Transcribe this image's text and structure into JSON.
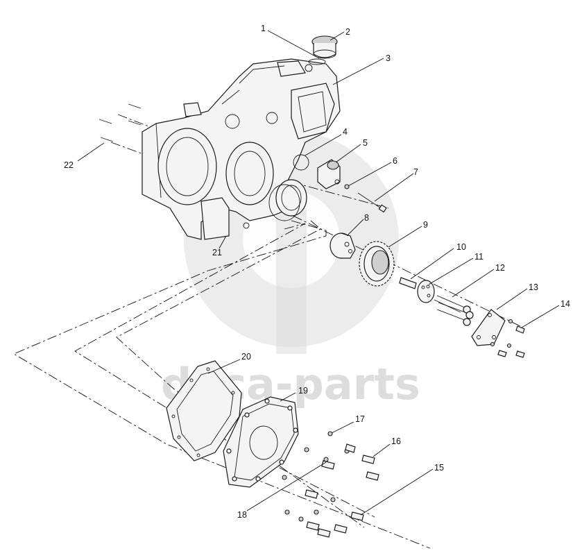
{
  "watermark": {
    "text": "daca-parts",
    "color": "#d2d2d2"
  },
  "callouts": [
    {
      "id": 1,
      "label": "1"
    },
    {
      "id": 2,
      "label": "2"
    },
    {
      "id": 3,
      "label": "3"
    },
    {
      "id": 4,
      "label": "4"
    },
    {
      "id": 5,
      "label": "5"
    },
    {
      "id": 6,
      "label": "6"
    },
    {
      "id": 7,
      "label": "7"
    },
    {
      "id": 8,
      "label": "8"
    },
    {
      "id": 9,
      "label": "9"
    },
    {
      "id": 10,
      "label": "10"
    },
    {
      "id": 11,
      "label": "11"
    },
    {
      "id": 12,
      "label": "12"
    },
    {
      "id": 13,
      "label": "13"
    },
    {
      "id": 14,
      "label": "14"
    },
    {
      "id": 15,
      "label": "15"
    },
    {
      "id": 16,
      "label": "16"
    },
    {
      "id": 17,
      "label": "17"
    },
    {
      "id": 18,
      "label": "18"
    },
    {
      "id": 19,
      "label": "19"
    },
    {
      "id": 20,
      "label": "20"
    },
    {
      "id": 21,
      "label": "21"
    },
    {
      "id": 22,
      "label": "22"
    }
  ]
}
